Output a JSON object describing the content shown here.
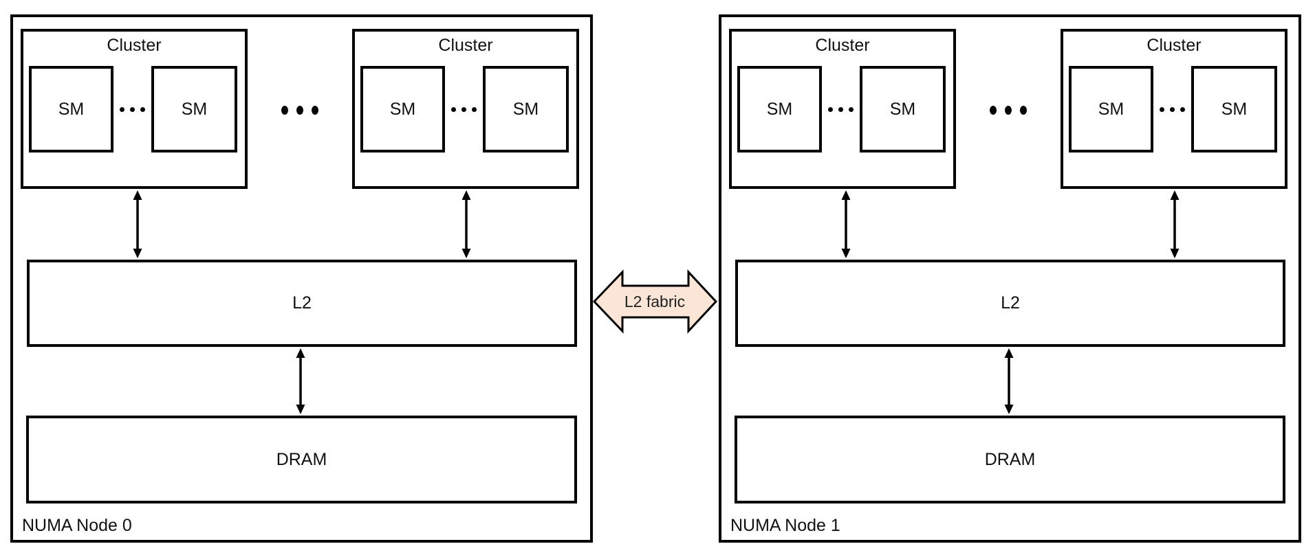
{
  "nodes": [
    {
      "label": "NUMA Node 0",
      "clusters": [
        {
          "title": "Cluster",
          "sms": [
            "SM",
            "SM"
          ]
        },
        {
          "title": "Cluster",
          "sms": [
            "SM",
            "SM"
          ]
        }
      ],
      "l2_label": "L2",
      "dram_label": "DRAM"
    },
    {
      "label": "NUMA Node 1",
      "clusters": [
        {
          "title": "Cluster",
          "sms": [
            "SM",
            "SM"
          ]
        },
        {
          "title": "Cluster",
          "sms": [
            "SM",
            "SM"
          ]
        }
      ],
      "l2_label": "L2",
      "dram_label": "DRAM"
    }
  ],
  "fabric": {
    "label": "L2 fabric",
    "fill": "#fbe5d6",
    "stroke": "#000000"
  },
  "icons": {
    "ellipsis": "ellipsis (more items)"
  },
  "colors": {
    "background": "#ffffff",
    "line": "#000000",
    "text": "#111111"
  }
}
